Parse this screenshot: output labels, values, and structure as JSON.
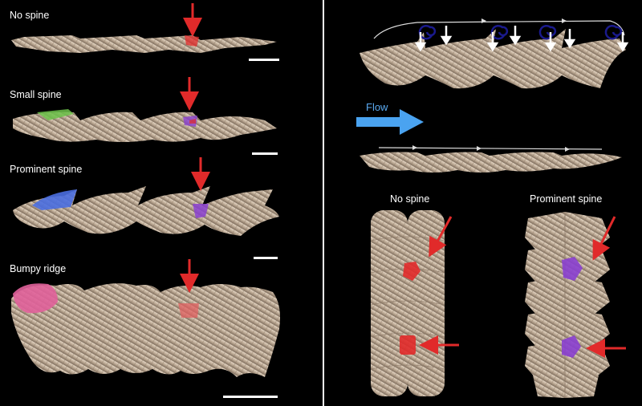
{
  "left_panel": {
    "labels": [
      "No spine",
      "Small spine",
      "Prominent spine",
      "Bumpy ridge"
    ]
  },
  "right_panel": {
    "flow_label": "Flow",
    "bottom_labels": [
      "No spine",
      "Prominent spine"
    ]
  },
  "colors": {
    "background": "#000000",
    "divider": "#ffffff",
    "denticle": "#c9b8a4",
    "denticle_shade": "#8a7866",
    "red_marker": "#e12a2a",
    "purple_marker": "#8a3fd0",
    "blue_spine": "#4a6ee0",
    "green_spine": "#6cc24a",
    "pink_ridge": "#e0609a",
    "flow_arrow": "#4aa3f0",
    "vortex": "#1a1a8c",
    "scale_bar": "#ffffff"
  },
  "icons": [
    "red-arrow-icon",
    "flow-arrow-icon",
    "vortex-icon",
    "down-arrow-icon"
  ]
}
